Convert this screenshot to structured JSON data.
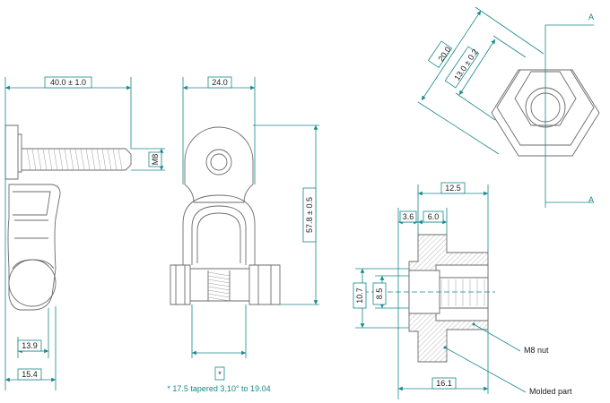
{
  "dimensions": {
    "bolt_length": "40.0 ± 1.0",
    "thread": "M8",
    "clamp_width": "24.0",
    "body_height": "57.8 ± 0.5",
    "base_width_inner": "13.9",
    "base_width_outer": "15.4",
    "taper_marker": "*",
    "taper_note": "* 17.5 tapered 3,10° to 19.04",
    "across_corners": "20.0",
    "across_flats": "13.0 ± 0.2",
    "section_width": "12.5",
    "flange_step": "3.6",
    "bore_depth": "6.0",
    "bore_outer": "10.7",
    "bore_inner": "8.5",
    "insert_width": "16.1"
  },
  "section_marks": {
    "top": "A",
    "bottom": "A"
  },
  "callouts": {
    "nut": "M8 nut",
    "body": "Molded part"
  },
  "colors": {
    "dimension": "#17888a",
    "outline": "#6b6b6b",
    "background": "#ffffff"
  }
}
